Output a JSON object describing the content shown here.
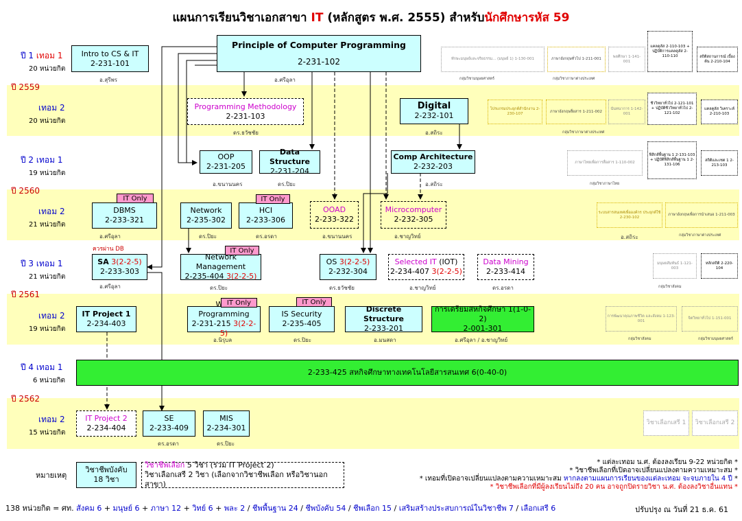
{
  "title": {
    "pre": "แผนการเรียนวิชาเอกสาขา ",
    "major": "IT",
    "mid": " (หลักสูตร พ.ศ. 2555)  สำหรับ",
    "cohort": "นักศึกษารหัส 59"
  },
  "rows": {
    "r1": {
      "year": "ปี 1",
      "term": "เทอม 1",
      "units": "20 หน่วยกิต"
    },
    "r2": {
      "term": "เทอม 2",
      "units": "20 หน่วยกิต"
    },
    "r3": {
      "year": "ปี 2",
      "term": "เทอม 1",
      "units": "19 หน่วยกิต"
    },
    "r4": {
      "term": "เทอม 2",
      "units": "21 หน่วยกิต"
    },
    "r5": {
      "year": "ปี 3",
      "term": "เทอม 1",
      "units": "21 หน่วยกิต"
    },
    "r6": {
      "term": "เทอม 2",
      "units": "19 หน่วยกิต"
    },
    "r7": {
      "year": "ปี 4",
      "term": "เทอม 1",
      "units": "6 หน่วยกิต"
    },
    "r8": {
      "term": "เทอม 2",
      "units": "15 หน่วยกิต"
    }
  },
  "years": {
    "y2559": "ปี 2559",
    "y2560": "ปี 2560",
    "y2561": "ปี 2561",
    "y2562": "ปี 2562"
  },
  "courses": {
    "intro": {
      "name": "Intro to CS & IT",
      "code": "2-231-101",
      "prof": "อ.สุรีพร"
    },
    "pcp": {
      "name": "Principle of Computer Programming",
      "code": "2-231-102",
      "prof": "อ.ศรีอุลา"
    },
    "pm": {
      "name": "Programming Methodology",
      "code": "2-231-103",
      "prof": "ดร.ธวัชชัย"
    },
    "digital": {
      "name": "Digital",
      "code": "2-232-101",
      "prof": "อ.สถิระ"
    },
    "oop": {
      "name": "OOP",
      "code": "2-231-205",
      "prof": "อ.ขนานนคร"
    },
    "ds": {
      "name": "Data Structure",
      "code": "2-231-204",
      "prof": "ดร.ปิยะ"
    },
    "ca": {
      "name": "Comp Architecture",
      "code": "2-232-203",
      "prof": "อ.สถิระ"
    },
    "dbms": {
      "name": "DBMS",
      "code": "2-233-321",
      "prof": "อ.ศรีอุลา"
    },
    "network": {
      "name": "Network",
      "code": "2-235-302",
      "prof": "ดร.ปิยะ"
    },
    "hci": {
      "name": "HCI",
      "code": "2-233-306",
      "prof": "ดร.อรดา"
    },
    "ooad": {
      "name": "OOAD",
      "code": "2-233-322",
      "prof": "อ.ขนานนคร"
    },
    "micro": {
      "name": "Microcomputer",
      "code": "2-232-305",
      "prof": "อ.ชาญวิทย์"
    },
    "sa": {
      "name": "SA",
      "credit": "3(2-2-5)",
      "code": "2-233-303",
      "prof": "อ.ศรีอุลา",
      "note": "ควรผ่าน DB"
    },
    "nm": {
      "name": "Network Management",
      "code": "2-235-404",
      "credit": "3(2-2-5)",
      "prof": "ดร.ปิยะ"
    },
    "os": {
      "name": "OS",
      "credit": "3(2-2-5)",
      "code": "2-232-304",
      "prof": "ดร.ธวัชชัย"
    },
    "sit": {
      "name": "Selected IT",
      "tag": "(IOT)",
      "code": "2-234-407",
      "credit": "3(2-2-5)",
      "prof": "อ.ชาญวิทย์"
    },
    "dm": {
      "name": "Data Mining",
      "code": "2-233-414",
      "prof": "ดร.อรดา"
    },
    "itp1": {
      "name": "IT Project 1",
      "code": "2-234-403"
    },
    "web": {
      "name": "Web Programming",
      "code": "2-231-215",
      "credit": "3(2-2-5)",
      "prof": "อ.นิรุบล"
    },
    "iss": {
      "name": "IS Security",
      "code": "2-235-405",
      "prof": "ดร.ปิยะ"
    },
    "disc": {
      "name": "Discrete Structure",
      "code": "2-233-201",
      "prof": "อ.มนสดา"
    },
    "prep": {
      "name": "การเตรียมสหกิจศึกษา 1(1-0-2)",
      "code": "2-001-301",
      "prof": "อ.ศรีอุลา / อ.ชาญวิทย์"
    },
    "coop": {
      "text": "2-233-425  สหกิจศึกษาทางเทคโนโลยีสารสนเทศ  6(0-40-0)"
    },
    "itp2": {
      "name": "IT Project 2",
      "code": "2-234-404"
    },
    "se": {
      "name": "SE",
      "code": "2-233-409",
      "prof": "ดร.อรดา"
    },
    "mis": {
      "name": "MIS",
      "code": "2-234-301",
      "prof": "ดร.ปิยะ"
    }
  },
  "itonly": "IT Only",
  "gened": {
    "g1a": "ทักษะมนุษย์และจริยธรรม... (มนุษย์ 1) 1-130-001",
    "g1b": "ภาษาอังกฤษทั่วไป 1-211-001",
    "g1c": "พลศึกษา 1-141-001",
    "g1d": "แคลคูลัส 2-110-103 + ปฏิบัติการแคลคูลัส 2-110-110",
    "g1e": "สถิติสถานการณ์ เบื้องต้น 2-210-104",
    "g1grp1": "กลุ่มวิชามนุษยศาสตร์",
    "g1grp2": "กลุ่มวิชาภาษาต่างประเทศ",
    "g2a": "โปรแกรมประยุกต์สำนักงาน 2-230-107",
    "g2b": "ภาษาอังกฤษสื่อสาร 1-211-002",
    "g2c": "นันทนาการ 1-142-001",
    "g2d": "ชีววิทยาทั่วไป 2-121-101 + ปฏิบัติชีววิทยาทั่วไป 2-121-102",
    "g2e": "แคลคูลัส วิเคราะห์ 2-210-103",
    "g2grp1": "กลุ่มวิชาภาษาต่างประเทศ",
    "g3a": "ภาษาไทยเพื่อการสื่อสาร 1-110-002",
    "g3b": "ฟิสิกส์พื้นฐาน 1 2-131-103 + ปฏิบัติฟิสิกส์พื้นฐาน 1 2-131-106",
    "g3c": "สถิติและเซต 1 2-213-103",
    "g3grp1": "กลุ่มวิชาภาษาไทย",
    "g4a": "ระบบสารสนเทศเพื่อองค์กร ประยุกต์ใช้ 2-230-102",
    "g4b": "ภาษาอังกฤษเพื่อการนำเสนอ 1-211-003",
    "g4grp1": "อ.สถิระ",
    "g4grp2": "กลุ่มวิชาภาษาต่างประเทศ",
    "g5a": "มนุษยสัมพันธ์ 1-121-003",
    "g5b": "หลักสถิติ 2-220-104",
    "g5grp1": "กลุ่มวิชาสังคม",
    "g6a": "การพัฒนาคุณภาพชีวิต และสังคม 1-123-001",
    "g6b": "จิตวิทยาทั่วไป 1-151-001",
    "g6grp1": "กลุ่มวิชาสังคม",
    "g6grp2": "กลุ่มวิชามนุษยศาสตร์",
    "free1": "วิชาเลือกเสรี 1",
    "free2": "วิชาเลือกเสรี 2"
  },
  "legend": {
    "label": "หมายเหตุ",
    "req1": "วิชาชีพบังคับ",
    "req2": "18 วิชา",
    "el1a": "วิชาชีพเลือก",
    "el1b": " 5 วิชา (รวม IT Project 2)",
    "el2": "วิชาเลือกเสรี 2 วิชา (เลือกจากวิชาชีพเลือก หรือวิชานอกสาขา)"
  },
  "notes": {
    "n1": "* แต่ละเทอม น.ศ. ต้องลงเรียน 9-22 หน่วยกิต *",
    "n2": "* วิชาชีพเลือกที่เปิดอาจเปลี่ยนแปลงตามความเหมาะสม *",
    "n3a": "* เทอมที่เปิดอาจเปลี่ยนแปลงตามความเหมาะสม ",
    "n3b": "หากลงตามแผนการเรียนของแต่ละเทอม จะจบภายใน 4 ปี",
    "n3c": " *",
    "n4": "* วิชาชีพเลือกที่มีผู้ลงเรียนไม่ถึง 20 คน อาจถูกปิดรายวิชา น.ศ. ต้องลงวิชาอื่นแทน *"
  },
  "footer": {
    "p1": "138 หน่วยกิต = ศท. ",
    "p2": "สังคม 6",
    "p3": " + ",
    "p4": "มนุษย์ 6",
    "p5": " + ",
    "p6": "ภาษา 12",
    "p7": " + ",
    "p8": "วิทย์ 6",
    "p9": " + ",
    "p10": "พละ 2",
    "p11": " / ",
    "p12": "ชีพพื้นฐาน 24",
    "p13": " / ",
    "p14": "ชีพบังคับ 54",
    "p15": " / ",
    "p16": "ชีพเลือก 15",
    "p17": " / ",
    "p18": "เสริมสร้างประสบการณ์ในวิชาชีพ 7",
    "p19": " / ",
    "p20": "เลือกเสรี 6",
    "updated": "ปรับปรุง ณ วันที่ 21 ธ.ค. 61"
  }
}
